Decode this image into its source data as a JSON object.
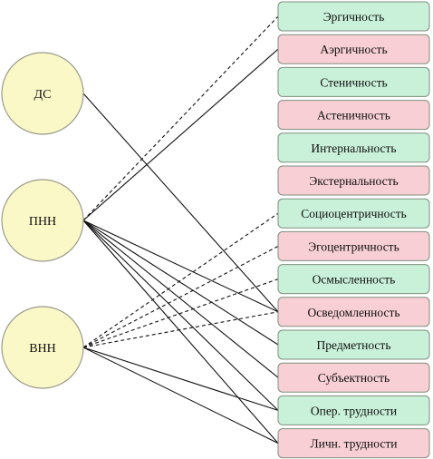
{
  "colors": {
    "node_fill": "#fbf8c8",
    "node_stroke": "#9a9a8a",
    "box_green": "#c9f1d9",
    "box_pink": "#f7cfd4",
    "box_stroke": "#7f8f7f",
    "line": "#111111"
  },
  "nodes": [
    {
      "id": "ds",
      "label": "ДС"
    },
    {
      "id": "pnn",
      "label": "ПНН"
    },
    {
      "id": "vnn",
      "label": "ВНН"
    }
  ],
  "attributes": [
    {
      "id": "a1",
      "label": "Эргичность",
      "tone": "green"
    },
    {
      "id": "a2",
      "label": "Аэргичность",
      "tone": "pink"
    },
    {
      "id": "a3",
      "label": "Стеничность",
      "tone": "green"
    },
    {
      "id": "a4",
      "label": "Астеничность",
      "tone": "pink"
    },
    {
      "id": "a5",
      "label": "Интернальность",
      "tone": "green"
    },
    {
      "id": "a6",
      "label": "Экстернальность",
      "tone": "pink"
    },
    {
      "id": "a7",
      "label": "Социоцентричность",
      "tone": "green"
    },
    {
      "id": "a8",
      "label": "Эгоцентричность",
      "tone": "pink"
    },
    {
      "id": "a9",
      "label": "Осмысленность",
      "tone": "green"
    },
    {
      "id": "a10",
      "label": "Осведомленность",
      "tone": "pink"
    },
    {
      "id": "a11",
      "label": "Предметность",
      "tone": "green"
    },
    {
      "id": "a12",
      "label": "Субъектность",
      "tone": "pink"
    },
    {
      "id": "a13",
      "label": "Опер. трудности",
      "tone": "green"
    },
    {
      "id": "a14",
      "label": "Личн. трудности",
      "tone": "pink"
    }
  ],
  "links": [
    {
      "from": "ds",
      "to": "a10",
      "style": "solid"
    },
    {
      "from": "pnn",
      "to": "a1",
      "style": "dashed"
    },
    {
      "from": "pnn",
      "to": "a2",
      "style": "solid"
    },
    {
      "from": "pnn",
      "to": "a10",
      "style": "solid"
    },
    {
      "from": "pnn",
      "to": "a11",
      "style": "solid"
    },
    {
      "from": "pnn",
      "to": "a12",
      "style": "solid"
    },
    {
      "from": "pnn",
      "to": "a13",
      "style": "solid"
    },
    {
      "from": "pnn",
      "to": "a14",
      "style": "solid"
    },
    {
      "from": "vnn",
      "to": "a7",
      "style": "dashed"
    },
    {
      "from": "vnn",
      "to": "a8",
      "style": "dashed"
    },
    {
      "from": "vnn",
      "to": "a9",
      "style": "dashed"
    },
    {
      "from": "vnn",
      "to": "a10",
      "style": "dashed"
    },
    {
      "from": "vnn",
      "to": "a13",
      "style": "solid"
    },
    {
      "from": "vnn",
      "to": "a14",
      "style": "solid"
    }
  ]
}
